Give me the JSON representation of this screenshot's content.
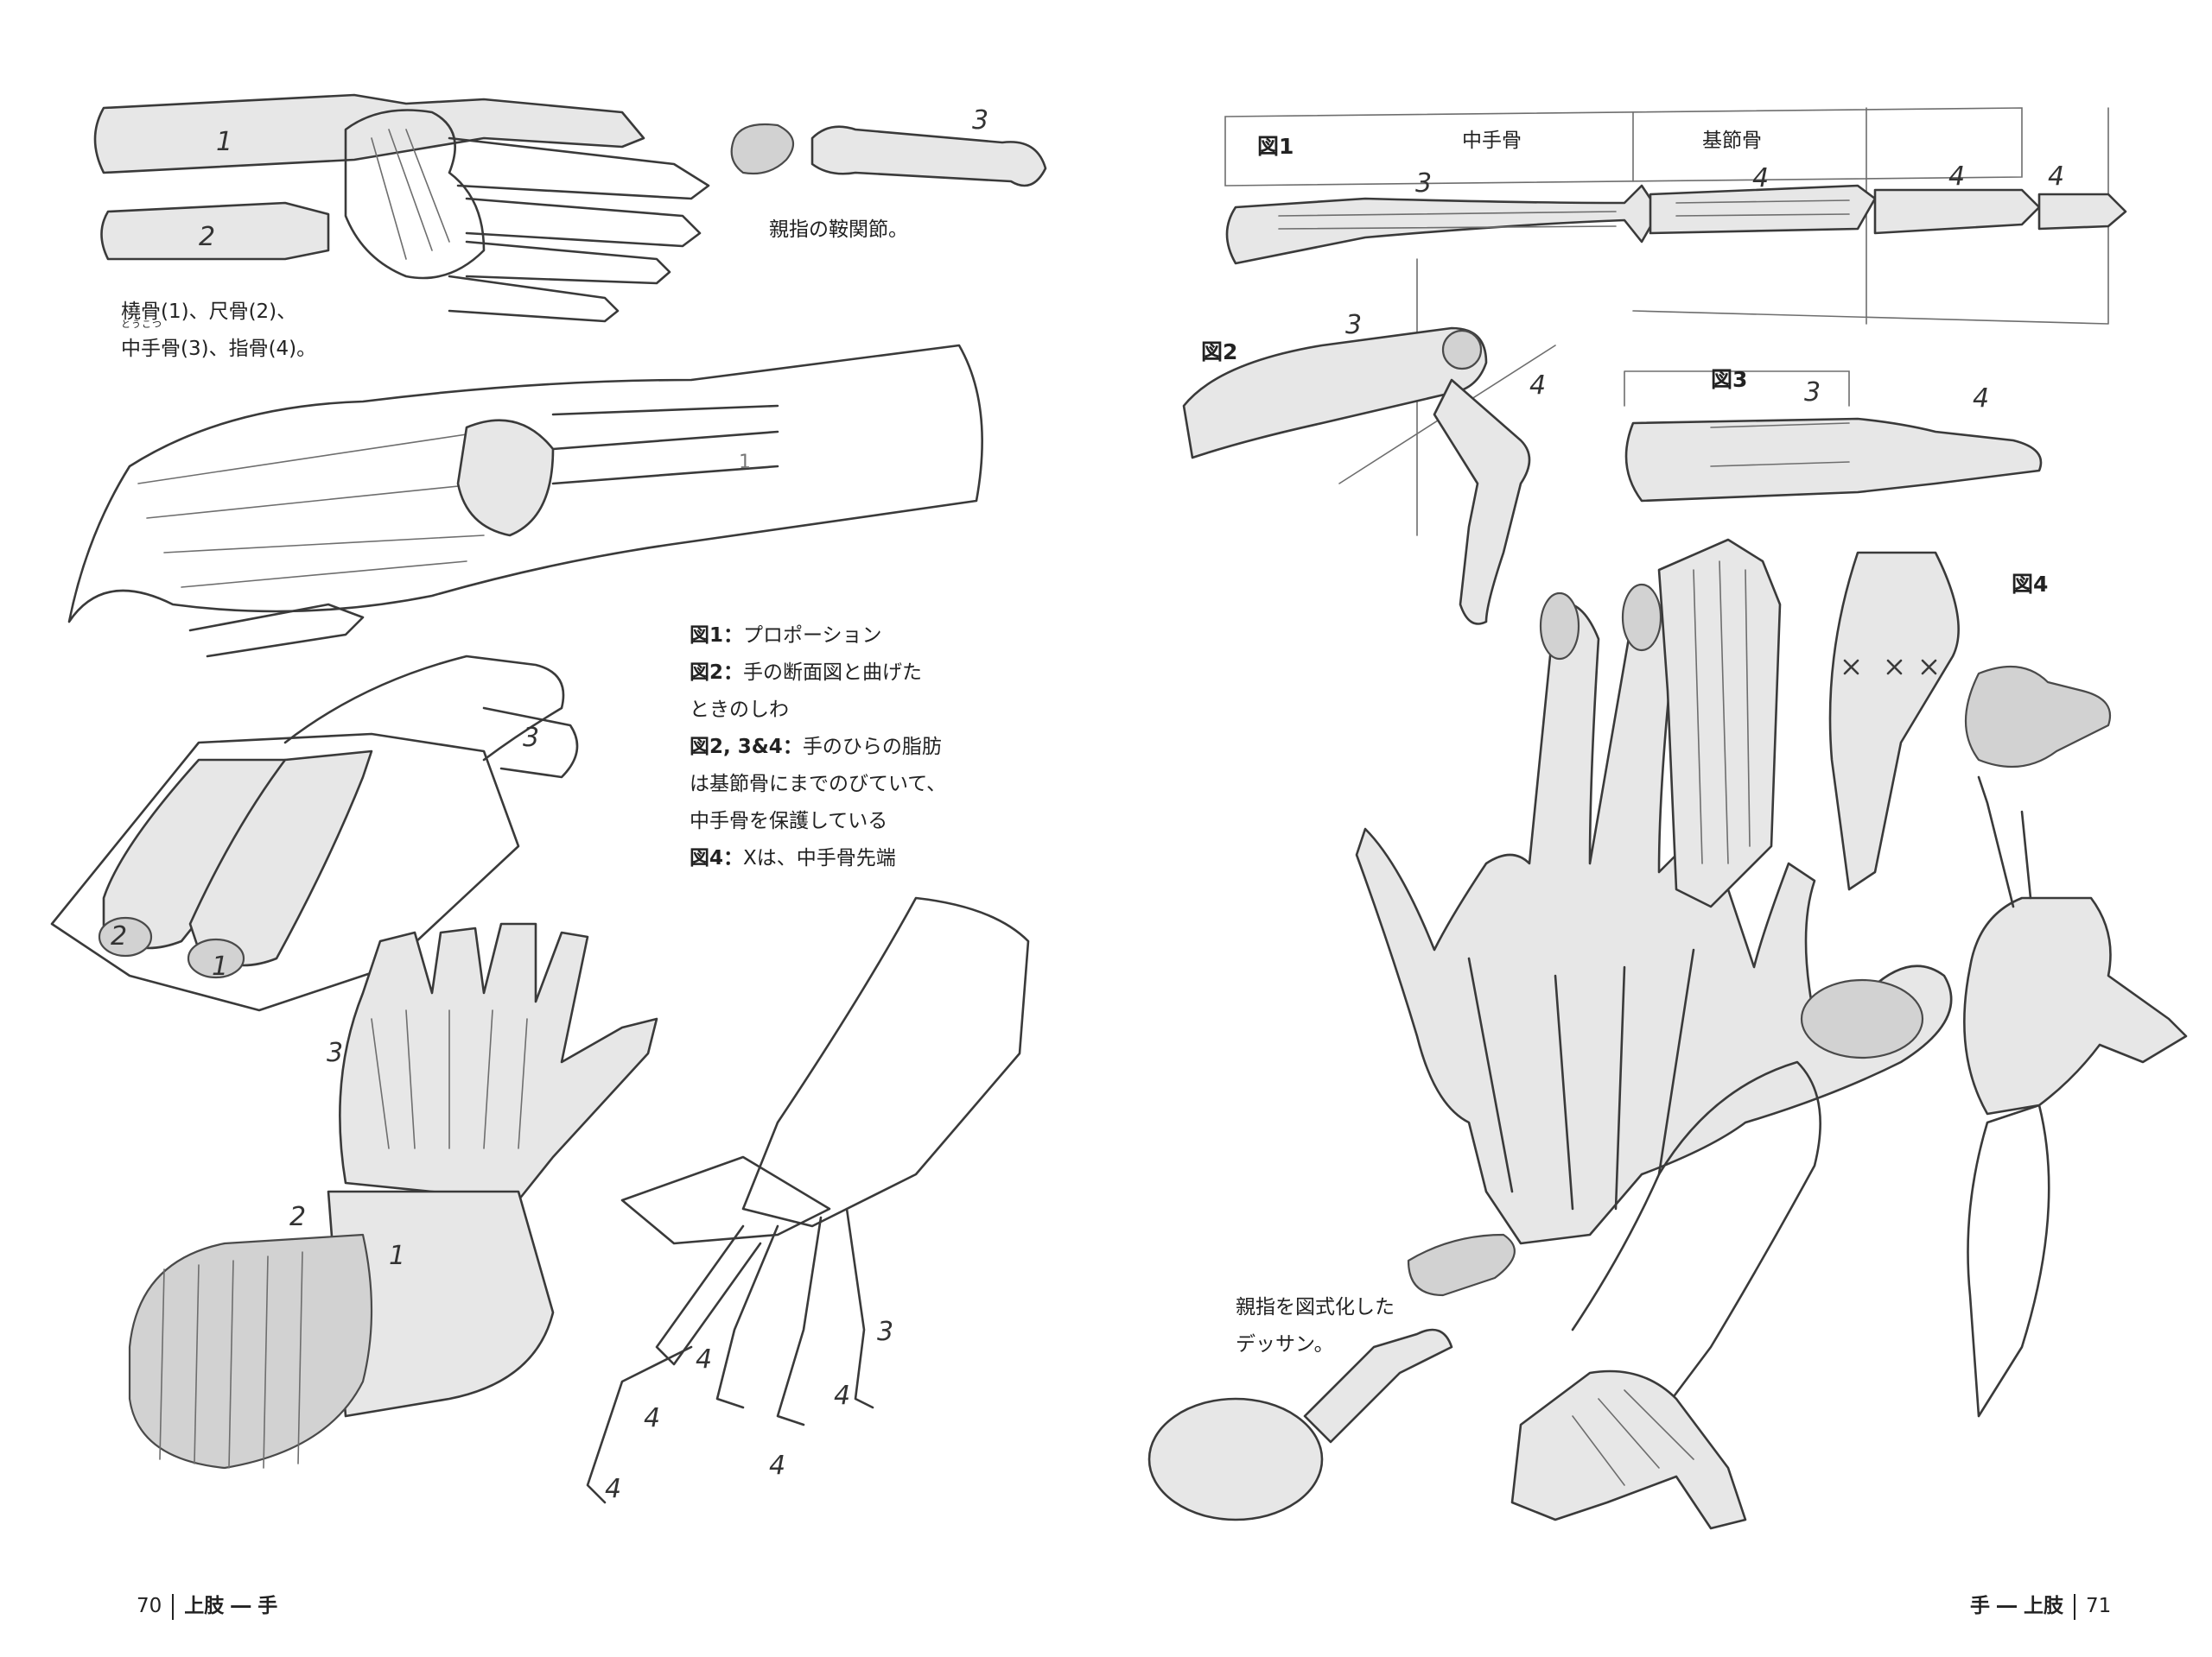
{
  "left_page": {
    "captions": {
      "bones_line1_ruby": "とうこつ",
      "bones_line1": "橈骨(1)、尺骨(2)、",
      "bones_line2": "中手骨(3)、指骨(4)。",
      "thumb_joint": "親指の鞍関節。"
    },
    "figure_notes": [
      {
        "key": "図1：",
        "text": "プロポーション"
      },
      {
        "key": "図2：",
        "text": "手の断面図と曲げた"
      },
      {
        "key": "",
        "text": "ときのしわ"
      },
      {
        "key": "図2, 3&4：",
        "text": "手のひらの脂肪"
      },
      {
        "key": "",
        "text": "は基節骨にまでのびていて、"
      },
      {
        "key": "",
        "text": "中手骨を保護している"
      },
      {
        "key": "図4：",
        "text": "Xは、中手骨先端"
      }
    ],
    "labels": {
      "l1": "1",
      "l2": "2",
      "l3": "3",
      "l4": "1",
      "l5": "3",
      "l6": "2",
      "l7": "1",
      "l8": "3",
      "l9": "2",
      "l10": "1",
      "l11": "3",
      "l12": "4",
      "l13": "4",
      "l14": "4",
      "l15": "4",
      "l16": "4"
    },
    "folio": {
      "number": "70",
      "section": "上肢 ― 手"
    }
  },
  "right_page": {
    "fig1": {
      "title": "図1",
      "metacarpal": "中手骨",
      "proximal": "基節骨",
      "l3": "3",
      "l4a": "4",
      "l4b": "4",
      "l4c": "4"
    },
    "fig2": {
      "title": "図2",
      "l3": "3",
      "l4": "4"
    },
    "fig3": {
      "title": "図3",
      "l3": "3",
      "l4": "4"
    },
    "fig4": {
      "title": "図4"
    },
    "thumb_caption_line1": "親指を図式化した",
    "thumb_caption_line2": "デッサン。",
    "folio": {
      "section": "手 ― 上肢",
      "number": "71"
    }
  }
}
